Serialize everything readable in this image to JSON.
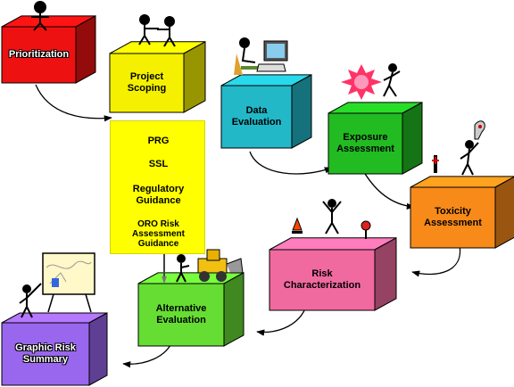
{
  "steps": [
    {
      "id": "prioritization",
      "label": "Prioritization",
      "color": "#ee1111"
    },
    {
      "id": "project-scoping",
      "label": "Project\nScoping",
      "color": "#f4f000"
    },
    {
      "id": "data-evaluation",
      "label": "Data\nEvaluation",
      "color": "#22b8c8"
    },
    {
      "id": "exposure-assessment",
      "label": "Exposure\nAssessment",
      "color": "#22bb22"
    },
    {
      "id": "toxicity-assessment",
      "label": "Toxicity\nAssessment",
      "color": "#f88a1a"
    },
    {
      "id": "risk-characterization",
      "label": "Risk\nCharacterization",
      "color": "#f06aa0"
    },
    {
      "id": "alternative-evaluation",
      "label": "Alternative\nEvaluation",
      "color": "#66dd33"
    },
    {
      "id": "graphic-risk-summary",
      "label": "Graphic Risk\nSummary",
      "color": "#9966ee"
    }
  ],
  "guidance": {
    "prg": "PRG",
    "ssl": "SSL",
    "regulatory": "Regulatory\nGuidance",
    "oro": "ORO Risk\nAssessment\nGuidance"
  }
}
